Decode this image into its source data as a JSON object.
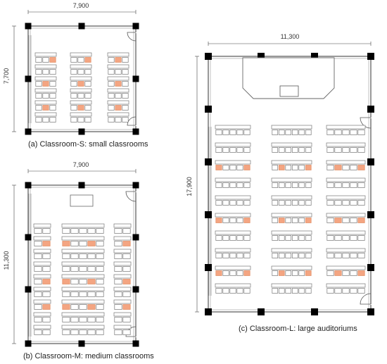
{
  "captions": {
    "small": "(a) Classroom-S: small classrooms",
    "medium": "(b) Classroom-M: medium classrooms",
    "large": "(c) Classroom-L: large auditoriums"
  },
  "dimensions": {
    "small_width": "7,900",
    "small_height": "7,700",
    "medium_width": "7,900",
    "medium_height": "11,300",
    "large_width": "11,300",
    "large_height": "17,900"
  },
  "colors": {
    "column": "#000000",
    "wall": "#555555",
    "desk": "#ffffff",
    "desk_stroke": "#777777",
    "occupant": "#f4a582"
  }
}
